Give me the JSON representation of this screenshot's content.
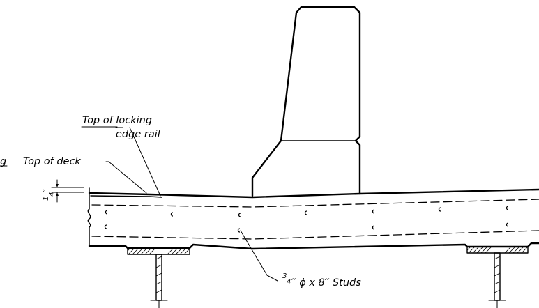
{
  "labels": {
    "top_locking_rail_line1": "Top of locking",
    "top_locking_rail_line2": "edge rail",
    "top_of_deck": "Top of deck",
    "cut_letter": "g",
    "dim_quarter_num": "1",
    "dim_quarter_den": "4",
    "dim_quarter_inch": "′′",
    "studs_frac_num": "3",
    "studs_frac_den": "4",
    "studs_text": "′′ ϕ x 8′′ Studs"
  }
}
